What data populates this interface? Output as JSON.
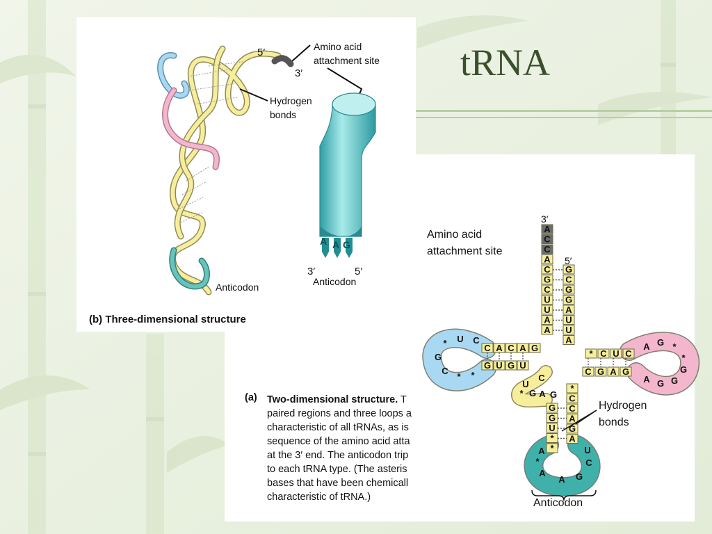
{
  "slide": {
    "title": "tRNA"
  },
  "panel_b": {
    "caption": "(b) Three-dimensional structure",
    "label_5prime": "5′",
    "label_3prime": "3′",
    "amino_acid_site_line1": "Amino acid",
    "amino_acid_site_line2": "attachment site",
    "hydrogen_line1": "Hydrogen",
    "hydrogen_line2": "bonds",
    "anticodon": "Anticodon",
    "model_bases": [
      "A",
      "A",
      "G"
    ],
    "model_3prime": "3′",
    "model_5prime": "5′",
    "model_anticodon": "Anticodon"
  },
  "panel_a": {
    "caption_tag": "(a)",
    "caption_bold": "Two-dimensional structure.",
    "caption_lines": [
      " T",
      "paired regions and three loops a",
      "characteristic of all tRNAs, as is",
      "sequence of the amino acid atta",
      "at the 3′ end. The anticodon trip",
      "to each tRNA type. (The asteris",
      "bases that have been chemicall",
      "characteristic of tRNA.)"
    ],
    "amino_acid_site_line1": "Amino acid",
    "amino_acid_site_line2": "attachment site",
    "label_3prime": "3′",
    "label_5prime": "5′",
    "hydrogen_line1": "Hydrogen",
    "hydrogen_line2": "bonds",
    "anticodon": "Anticodon",
    "acceptor_3_strand": [
      "A",
      "C",
      "C",
      "A",
      "C",
      "G",
      "C",
      "U",
      "U",
      "A",
      "A"
    ],
    "acceptor_5_strand": [
      "G",
      "C",
      "G",
      "G",
      "A",
      "U",
      "U",
      "A"
    ],
    "left_arm_top": [
      "C",
      "A",
      "C",
      "A",
      "G"
    ],
    "left_arm_bottom": [
      "G",
      "U",
      "G",
      "U"
    ],
    "left_loop": [
      "*",
      "U",
      "C",
      "G",
      "C",
      "*",
      "*"
    ],
    "right_arm_top": [
      "*",
      "C",
      "U",
      "C"
    ],
    "right_arm_bottom": [
      "C",
      "G",
      "A",
      "G"
    ],
    "right_loop": [
      "A",
      "G",
      "*",
      "*",
      "G",
      "G",
      "G",
      "A"
    ],
    "lower_misc": [
      "C",
      "U",
      "*",
      "G",
      "A",
      "G"
    ],
    "anticodon_stem_left": [
      "G",
      "G",
      "U",
      "*",
      "*"
    ],
    "anticodon_stem_right": [
      "*",
      "C",
      "C",
      "A",
      "G",
      "A"
    ],
    "anticodon_loop": [
      "A",
      "*",
      "A",
      "A",
      "G",
      "U",
      "C"
    ]
  },
  "colors": {
    "yellow_strand": "#f7ee9c",
    "pink_loop": "#f3b6cd",
    "blue_loop": "#a9d8f2",
    "teal_anticodon": "#3fb1aa",
    "dark_cap": "#6d6d6d",
    "cylinder": "#5cc7cc",
    "slide_title": "#3b4f2c"
  }
}
